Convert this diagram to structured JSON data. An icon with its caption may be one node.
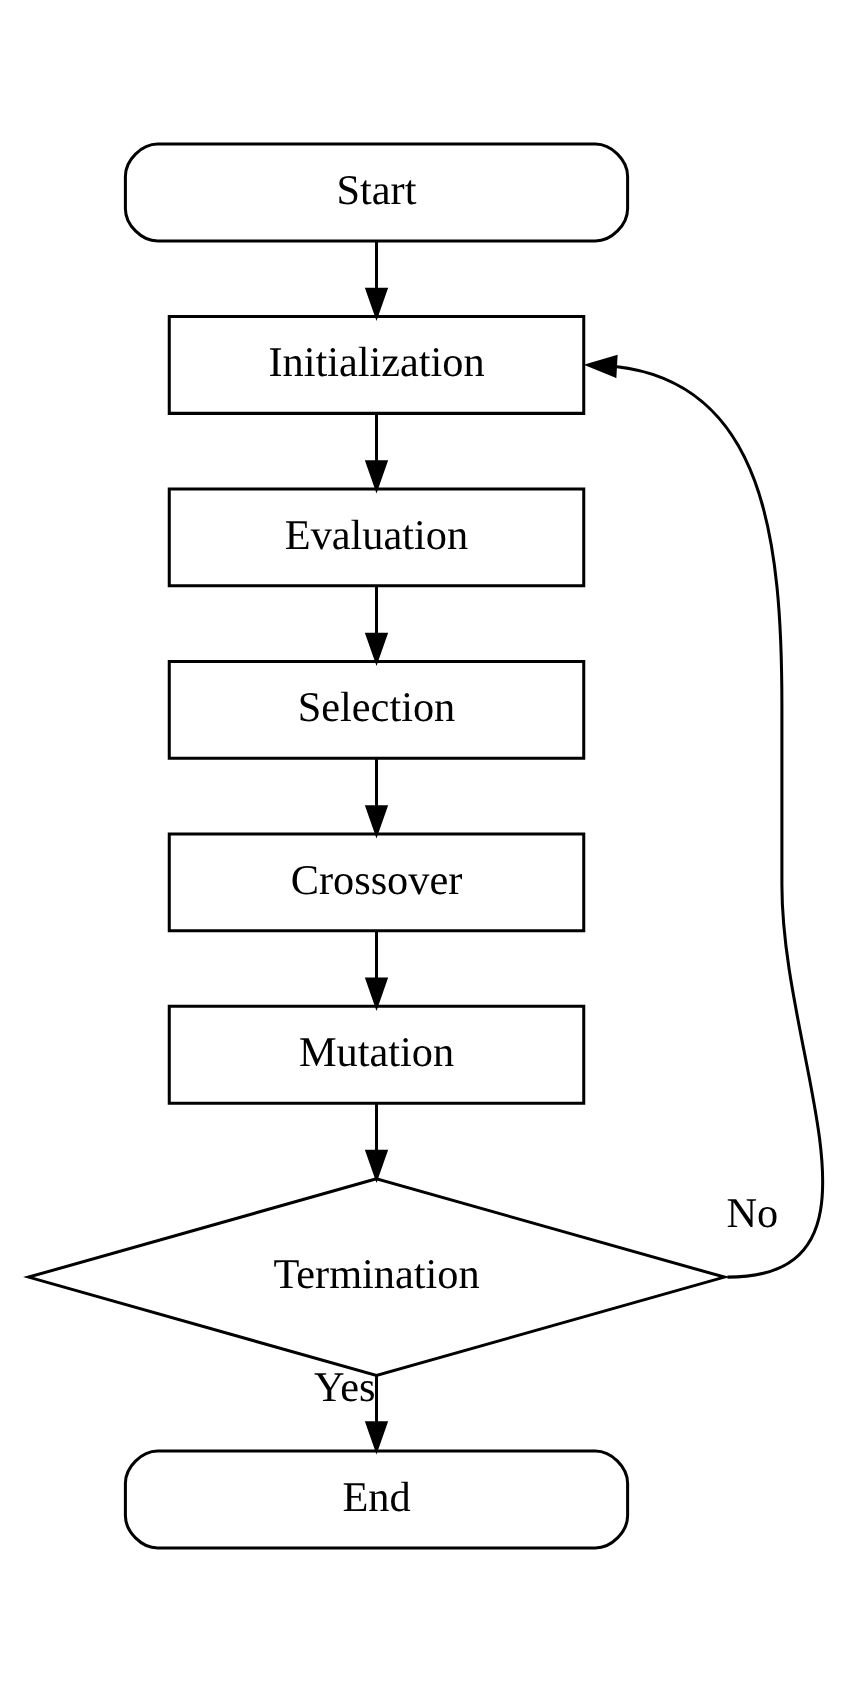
{
  "diagram": {
    "nodes": [
      {
        "text": [
          "Start"
        ]
      },
      {
        "text": [
          "Initialization"
        ]
      },
      {
        "text": [
          "Evaluation"
        ]
      },
      {
        "text": [
          "Selection"
        ]
      },
      {
        "text": [
          "Crossover"
        ]
      },
      {
        "text": [
          "Mutation"
        ]
      },
      {
        "text": [
          "Termination"
        ]
      },
      {
        "text": [
          "End"
        ]
      }
    ],
    "edges": [
      {
        "from": 0,
        "to": 1,
        "arrow": "to"
      },
      {
        "from": 1,
        "to": 2,
        "arrow": "to"
      },
      {
        "from": 2,
        "to": 3,
        "arrow": "to"
      },
      {
        "from": 3,
        "to": 4,
        "arrow": "to"
      },
      {
        "from": 4,
        "to": 5,
        "arrow": "to"
      },
      {
        "from": 5,
        "to": 6,
        "arrow": "to"
      },
      {
        "from": 6,
        "to": 1,
        "arrow": "to",
        "label": "No"
      },
      {
        "from": 6,
        "to": 7,
        "arrow": "to",
        "label": "Yes"
      }
    ]
  }
}
